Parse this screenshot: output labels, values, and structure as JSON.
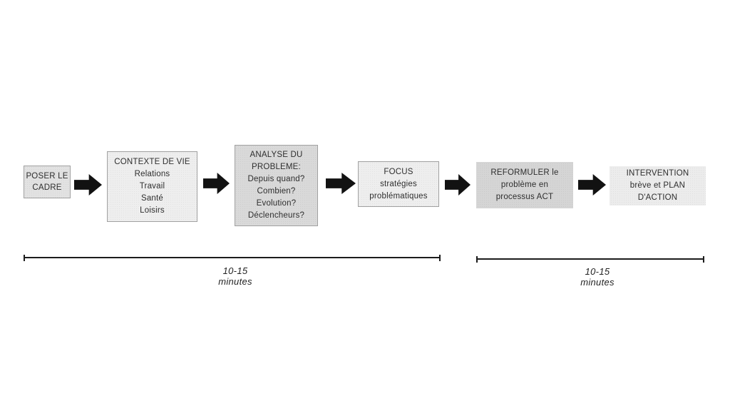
{
  "canvas": {
    "background": "#ffffff",
    "text_color": "#2e2e2e",
    "arrow_color": "#121212",
    "bracket_color": "#1c1c1c"
  },
  "flowchart": {
    "boxes": [
      {
        "name": "poser-le-cadre",
        "lines": [
          "POSER LE",
          "CADRE"
        ],
        "fill": "#e2e2e2",
        "border": "#a0a0a0"
      },
      {
        "name": "contexte-de-vie",
        "lines": [
          "CONTEXTE DE VIE",
          "Relations",
          "Travail",
          "Santé",
          "Loisirs"
        ],
        "fill": "#eeeeee",
        "border": "#a0a0a0"
      },
      {
        "name": "analyse-du-probleme",
        "lines": [
          "ANALYSE DU",
          "PROBLEME:",
          "Depuis quand?",
          "Combien?",
          "Evolution?",
          "Déclencheurs?"
        ],
        "fill": "#d9d9d9",
        "border": "#a0a0a0"
      },
      {
        "name": "focus-strategies",
        "lines": [
          "FOCUS",
          "stratégies",
          "problématiques"
        ],
        "fill": "#eeeeee",
        "border": "#a0a0a0"
      },
      {
        "name": "reformuler-probleme",
        "lines": [
          "REFORMULER le",
          "problème en",
          "processus ACT"
        ],
        "fill": "#d5d5d5",
        "border": "transparent"
      },
      {
        "name": "intervention-plan",
        "lines": [
          "INTERVENTION",
          "brève et PLAN",
          "D'ACTION"
        ],
        "fill": "#ececec",
        "border": "transparent"
      }
    ],
    "brackets": [
      {
        "duration_line1": "10-15",
        "duration_line2": "minutes"
      },
      {
        "duration_line1": "10-15",
        "duration_line2": "minutes"
      }
    ]
  }
}
